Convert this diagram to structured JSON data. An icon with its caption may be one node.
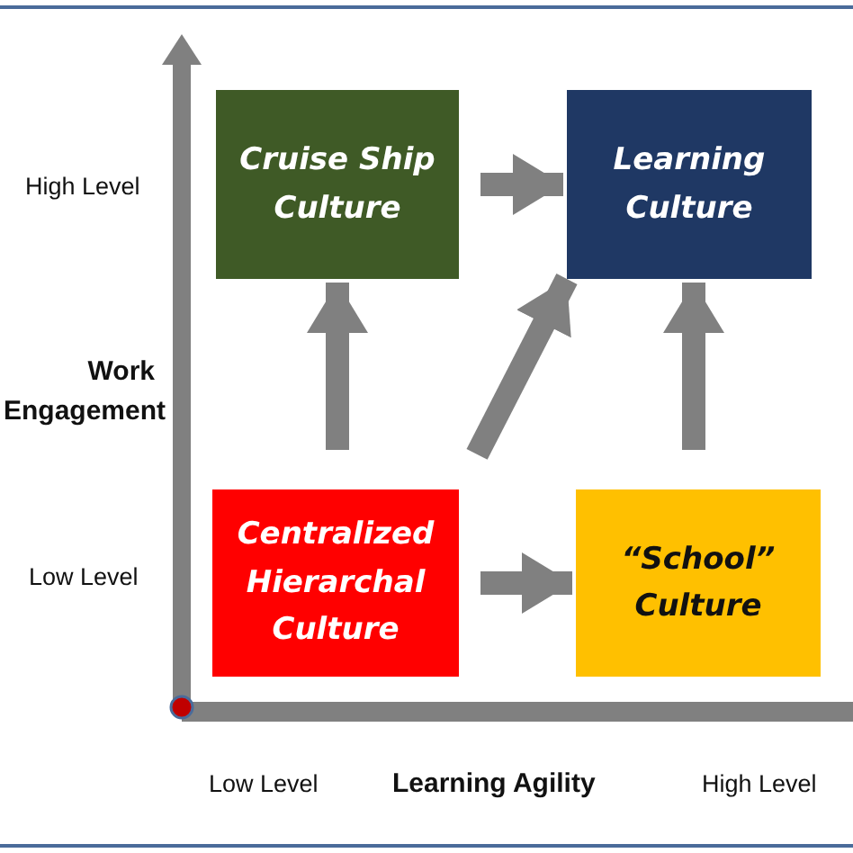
{
  "diagram": {
    "nodes": [
      {
        "text": [
          "Cruise Ship Culture"
        ]
      },
      {
        "text": [
          "Learning Culture"
        ]
      },
      {
        "text": [
          "Centralized Hierarchal Culture"
        ]
      },
      {
        "text": [
          "“School” Culture"
        ]
      }
    ],
    "edges": [
      {
        "from": 0,
        "to": 1,
        "arrow": "to"
      },
      {
        "from": 2,
        "to": 0,
        "arrow": "to"
      },
      {
        "from": 2,
        "to": 1,
        "arrow": "to"
      },
      {
        "from": 3,
        "to": 1,
        "arrow": "to"
      },
      {
        "from": 2,
        "to": 3,
        "arrow": "to"
      }
    ],
    "labels": [
      "High Level",
      "Work Engagement",
      "Low Level",
      "Low Level",
      "Learning Agility",
      "High Level"
    ]
  }
}
